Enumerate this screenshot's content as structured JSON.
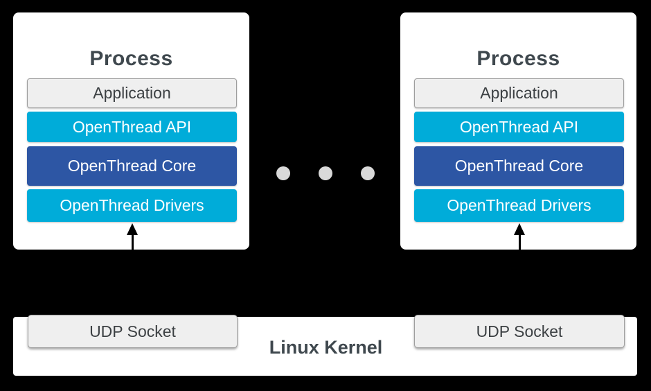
{
  "colors": {
    "bg": "#000000",
    "card": "#FFFFFF",
    "cyan": "#00ACD9",
    "blue": "#2D56A4",
    "lightgray": "#EFEFEF",
    "graybord": "#9E9E9E",
    "slate": "#3F484E",
    "darktext": "#3C4043",
    "dot": "#D9D9D9"
  },
  "processes": [
    {
      "title": "Process",
      "layers": [
        {
          "label": "Application"
        },
        {
          "label": "OpenThread API"
        },
        {
          "label": "OpenThread Core"
        },
        {
          "label": "OpenThread Drivers"
        }
      ]
    },
    {
      "title": "Process",
      "layers": [
        {
          "label": "Application"
        },
        {
          "label": "OpenThread API"
        },
        {
          "label": "OpenThread Core"
        },
        {
          "label": "OpenThread Drivers"
        }
      ]
    }
  ],
  "ellipsis": {
    "dot_count": 3
  },
  "kernel": {
    "label": "Linux Kernel",
    "sockets": [
      {
        "label": "UDP Socket"
      },
      {
        "label": "UDP Socket"
      }
    ]
  }
}
